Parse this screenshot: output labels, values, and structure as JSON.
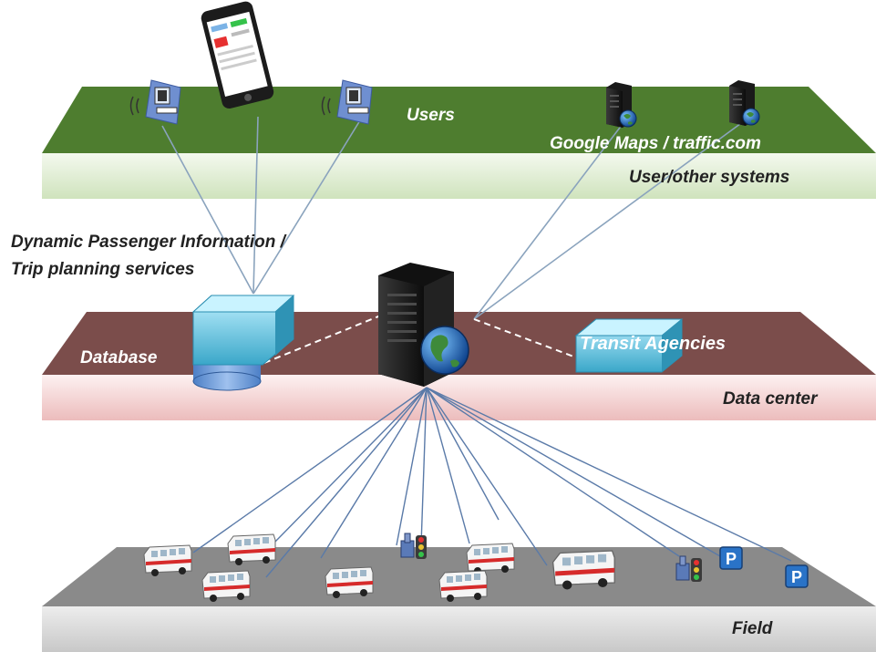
{
  "layers": {
    "user": {
      "users_label": "Users",
      "external_label": "Google Maps / traffic.com",
      "layer_label": "User/other systems"
    },
    "datacenter": {
      "database_label": "Database",
      "agencies_label": "Transit Agencies",
      "layer_label": "Data center"
    },
    "field": {
      "layer_label": "Field",
      "parking_sign": "P"
    }
  },
  "service_label": {
    "line1": "Dynamic Passenger Information /",
    "line2": "Trip planning services"
  },
  "colors": {
    "user_top": "#4e7d2f",
    "user_front": "#e3efd8",
    "dc_top": "#7b4d4b",
    "dc_front": "#f6d9d9",
    "field_top": "#8a8a8a",
    "field_front": "#d9d9d9",
    "link_line": "#8aa3bd",
    "field_link": "#5a7aa8",
    "bus_stripe": "#d62b2b",
    "parking_blue": "#2a73c7"
  },
  "icons": [
    "kiosk-icon",
    "smartphone-icon",
    "server-icon",
    "globe-icon",
    "database-icon",
    "bus-icon",
    "traffic-light-icon",
    "parking-sign-icon"
  ]
}
